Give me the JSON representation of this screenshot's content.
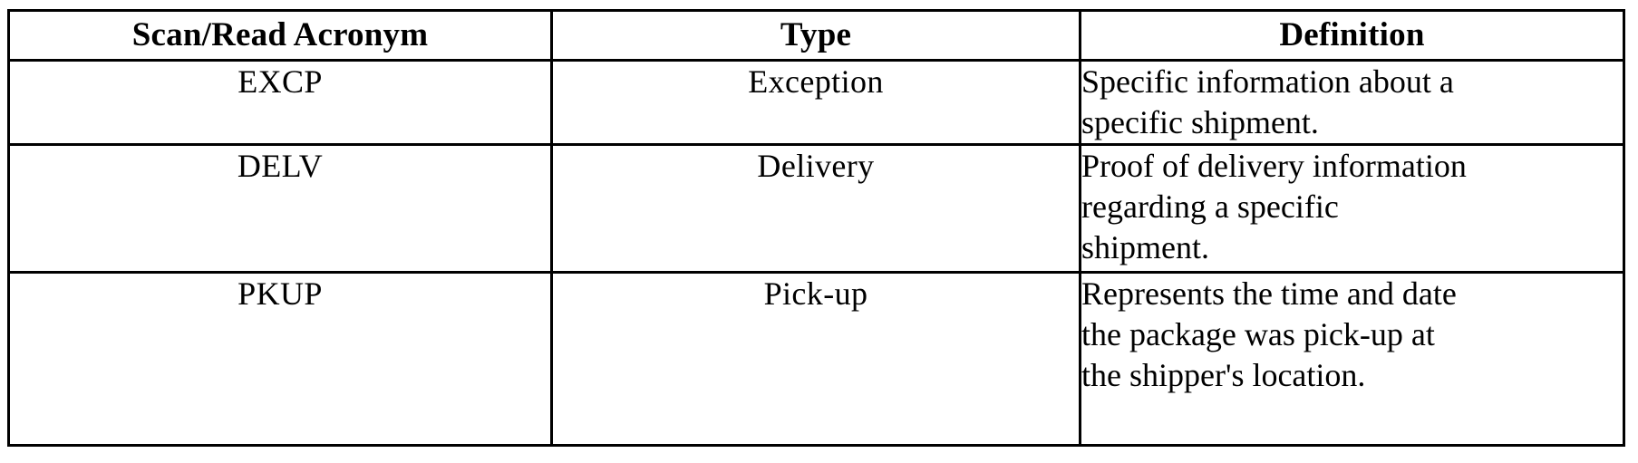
{
  "document": {
    "type": "scanned-table",
    "background_color": "#ffffff",
    "text_color": "#000000",
    "border_color": "#000000"
  },
  "table": {
    "headers": [
      {
        "label": "Scan/Read Acronym",
        "align": "center"
      },
      {
        "label": "Type",
        "align": "center"
      },
      {
        "label": "Definition",
        "align": "center"
      }
    ],
    "rows": [
      {
        "acronym": "EXCP",
        "type": "Exception",
        "definition": "Specific information about a specific shipment.",
        "definition_lines": [
          "Specific information about a",
          "specific shipment."
        ]
      },
      {
        "acronym": "DELV",
        "type": "Delivery",
        "definition": "Proof of delivery information regarding a specific shipment.",
        "definition_lines": [
          "Proof of delivery information",
          "regarding a specific",
          "shipment."
        ]
      },
      {
        "acronym": "PKUP",
        "type": "Pick-up",
        "definition": "Represents the time and date the package was pick-up at the shipper's location.",
        "definition_lines": [
          "Represents the time and date",
          "the package was pick-up at",
          "the shipper's location."
        ]
      }
    ]
  }
}
